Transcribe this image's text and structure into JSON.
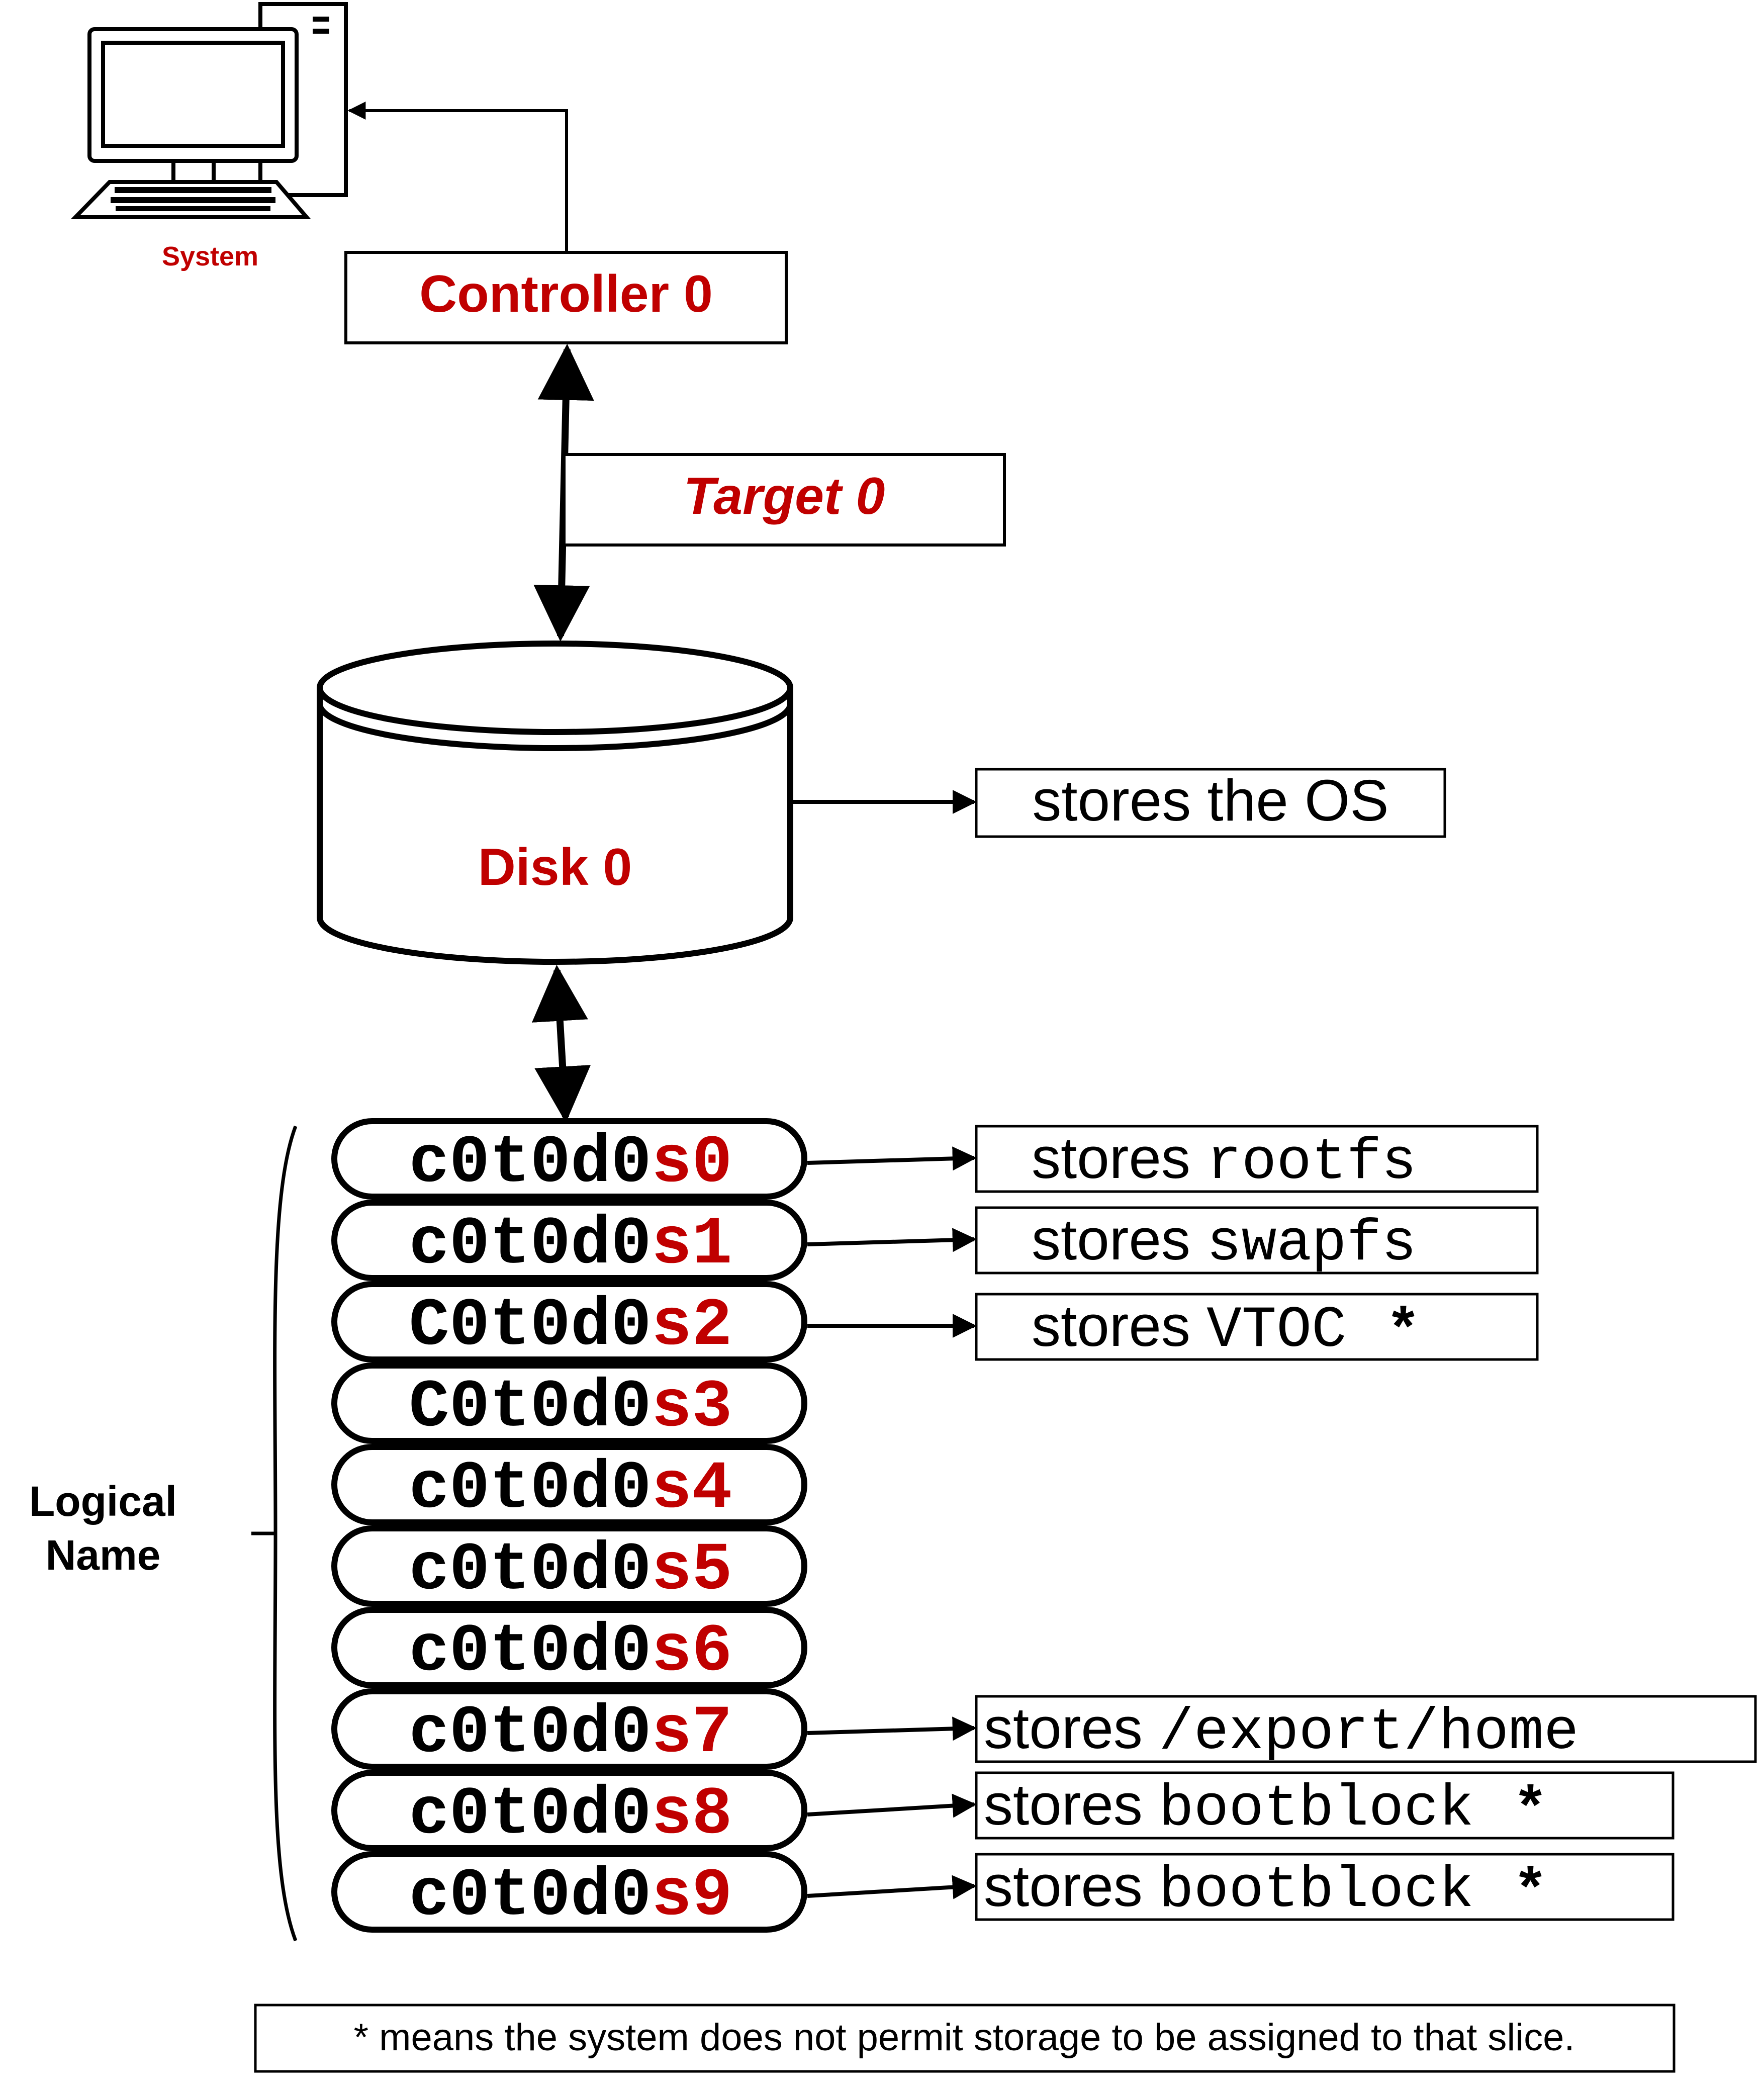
{
  "colors": {
    "accent_red": "#c00000",
    "ink": "#000000",
    "background": "#ffffff"
  },
  "system": {
    "icon": "desktop-computer-icon",
    "label": "System"
  },
  "controller": {
    "label": "Controller 0"
  },
  "target": {
    "label": "Target 0"
  },
  "disk": {
    "icon": "disk-cylinder-icon",
    "label": "Disk 0",
    "note": "stores the OS"
  },
  "logical_name": {
    "line1": "Logical",
    "line2": "Name"
  },
  "slices": [
    {
      "prefix": "c0t0d0",
      "suffix": "s0",
      "note_prefix": "stores",
      "note_mono": "rootfs",
      "note_star": ""
    },
    {
      "prefix": "c0t0d0",
      "suffix": "s1",
      "note_prefix": "stores",
      "note_mono": "swapfs",
      "note_star": ""
    },
    {
      "prefix": "C0t0d0",
      "suffix": "s2",
      "note_prefix": "stores",
      "note_mono": "VTOC",
      "note_star": "*"
    },
    {
      "prefix": "C0t0d0",
      "suffix": "s3"
    },
    {
      "prefix": "c0t0d0",
      "suffix": "s4"
    },
    {
      "prefix": "c0t0d0",
      "suffix": "s5"
    },
    {
      "prefix": "c0t0d0",
      "suffix": "s6"
    },
    {
      "prefix": "c0t0d0",
      "suffix": "s7",
      "note_prefix": "stores",
      "note_mono": "/export/home",
      "note_star": ""
    },
    {
      "prefix": "c0t0d0",
      "suffix": "s8",
      "note_prefix": "stores",
      "note_mono": "bootblock",
      "note_star": "*"
    },
    {
      "prefix": "c0t0d0",
      "suffix": "s9",
      "note_prefix": "stores",
      "note_mono": "bootblock",
      "note_star": "*"
    }
  ],
  "footnote": "* means the system does not permit storage to be assigned to that slice."
}
